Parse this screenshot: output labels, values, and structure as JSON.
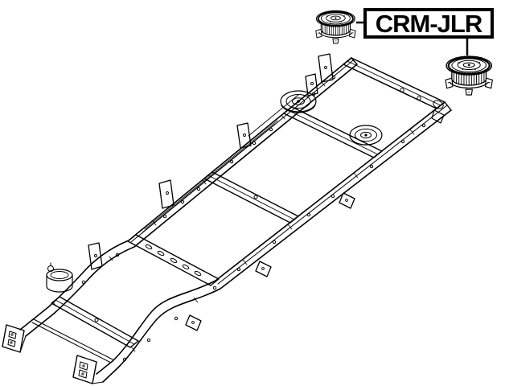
{
  "colors": {
    "background": "#ffffff",
    "line": "#000000",
    "label_border": "#000000",
    "label_text": "#000000"
  },
  "label": {
    "text": "CRM-JLR"
  },
  "illustrations": {
    "chassis": "ladder-frame-chassis-isometric",
    "bushing_top": "body-mount-bushing",
    "bushing_bottom": "body-mount-bushing"
  }
}
